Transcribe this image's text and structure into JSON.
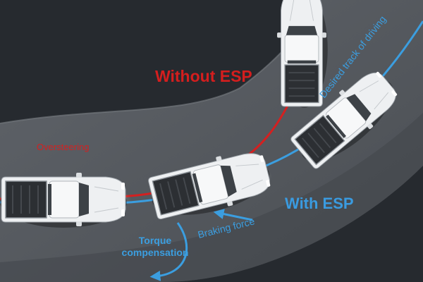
{
  "labels": {
    "without_esp": "Without ESP",
    "with_esp": "With ESP",
    "desired_track": "Desired track of driving",
    "oversteering": "Oversteering",
    "braking_force": "Braking force",
    "torque_line1": "Torque",
    "torque_line2": "compensation"
  },
  "colors": {
    "background": "#262a2f",
    "road": "#565a5f",
    "red_track": "#d42020",
    "blue_track": "#3b9ee0",
    "without_esp_text": "#d41e1e",
    "with_esp_text": "#3a9be0",
    "truck_body": "#eef0f2",
    "truck_bed": "#2c2f33"
  },
  "icons": [
    "pickup-truck-icon",
    "braking-arrow-icon",
    "torque-arrow-icon"
  ]
}
